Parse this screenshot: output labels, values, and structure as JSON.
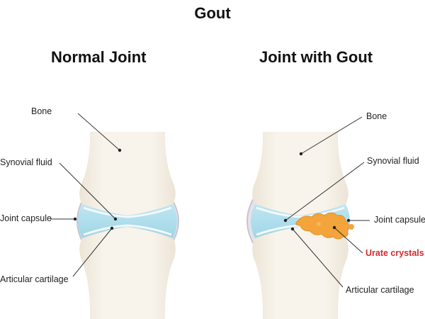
{
  "title": "Gout",
  "panels": {
    "normal": {
      "title": "Normal Joint",
      "labels": {
        "bone": "Bone",
        "synovial_fluid": "Synovial fluid",
        "joint_capsule": "Joint capsule",
        "articular_cartilage": "Articular cartilage"
      }
    },
    "gout": {
      "title": "Joint with Gout",
      "labels": {
        "bone": "Bone",
        "synovial_fluid": "Synovial fluid",
        "joint_capsule": "Joint capsule",
        "urate_crystals": "Urate crystals",
        "articular_cartilage": "Articular cartilage"
      }
    }
  },
  "colors": {
    "bone": "#f6f1e8",
    "bone_shade": "#e9e1d4",
    "capsule": "#c9c4cf",
    "cartilage": "#f2f7fa",
    "fluid": "#a9dcea",
    "fluid_dark": "#7fc6dd",
    "urate": "#f3a43b",
    "urate_label": "#d42a2a"
  }
}
